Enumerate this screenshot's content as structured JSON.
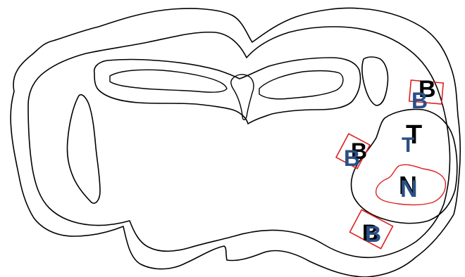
{
  "colors": {
    "outline": "#000000",
    "roi": "#e02020",
    "label_black": "#000000",
    "label_blue": "#2a4f86",
    "background": "#ffffff"
  },
  "labels": {
    "b_top_black": "B",
    "b_top_blue": "B",
    "t_black": "T",
    "t_blue": "T",
    "b_left_black": "B",
    "b_left_blue": "B",
    "n_black": "N",
    "n_blue": "N",
    "b_bottom_black": "B",
    "b_bottom_blue": "B"
  }
}
